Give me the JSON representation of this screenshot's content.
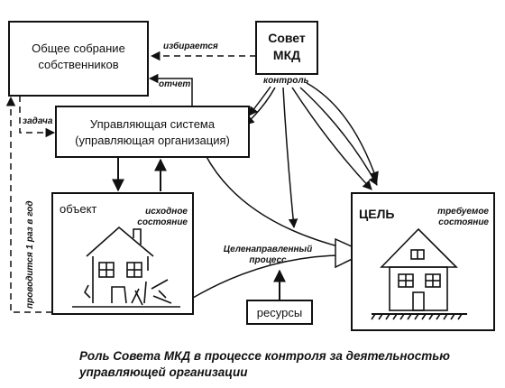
{
  "nodes": {
    "assembly": {
      "line1": "Общее собрание",
      "line2": "собственников"
    },
    "council": {
      "line1": "Совет",
      "line2": "МКД"
    },
    "management": {
      "line1": "Управляющая система",
      "line2": "(управляющая организация)"
    },
    "object": {
      "title": "объект",
      "state_line1": "исходное",
      "state_line2": "состояние"
    },
    "goal": {
      "title": "ЦЕЛЬ",
      "state_line1": "требуемое",
      "state_line2": "состояние"
    },
    "resources": {
      "label": "ресурсы"
    }
  },
  "edges": {
    "elected": "избирается",
    "control": "контроль",
    "report": "отчет",
    "task": "задача",
    "yearly": "проводится 1 раз в год",
    "process_line1": "Целенаправленный",
    "process_line2": "процесс"
  },
  "caption": {
    "line1": "Роль Совета МКД в процессе контроля за деятельностью",
    "line2": "управляющей организации"
  }
}
